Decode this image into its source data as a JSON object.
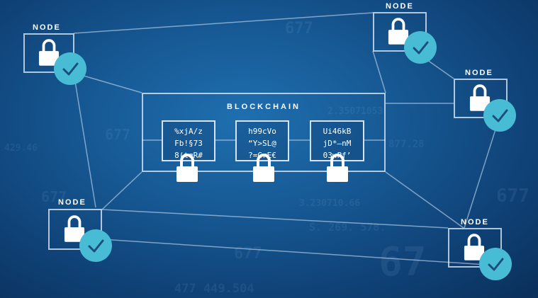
{
  "nodes": [
    {
      "id": "top-left",
      "label": "NODE"
    },
    {
      "id": "top-right",
      "label": "NODE"
    },
    {
      "id": "right",
      "label": "NODE"
    },
    {
      "id": "bottom-left",
      "label": "NODE"
    },
    {
      "id": "bottom-right",
      "label": "NODE"
    }
  ],
  "blockchain": {
    "title": "BLOCKCHAIN",
    "blocks": [
      {
        "lines": [
          "%xjA/z",
          "Fb!§73",
          "8(tqR#"
        ]
      },
      {
        "lines": [
          "h99cVo",
          "“Y>SL@",
          "?=GrE€"
        ]
      },
      {
        "lines": [
          "Ui46kB",
          "jD*–nM",
          "03wPf’"
        ]
      }
    ]
  },
  "background_numbers": [
    "677",
    "677",
    "677",
    "677",
    "429.46",
    "2.35071053",
    "877.28",
    "3.230710.66",
    "S. 269. 578.",
    "677",
    "477 449.504",
    "67"
  ],
  "colors": {
    "background": "#175a95",
    "check_badge": "#47bcd4",
    "line": "#c8dcf0"
  },
  "icons": {
    "lock": "padlock-icon",
    "verified": "checkmark-icon"
  }
}
